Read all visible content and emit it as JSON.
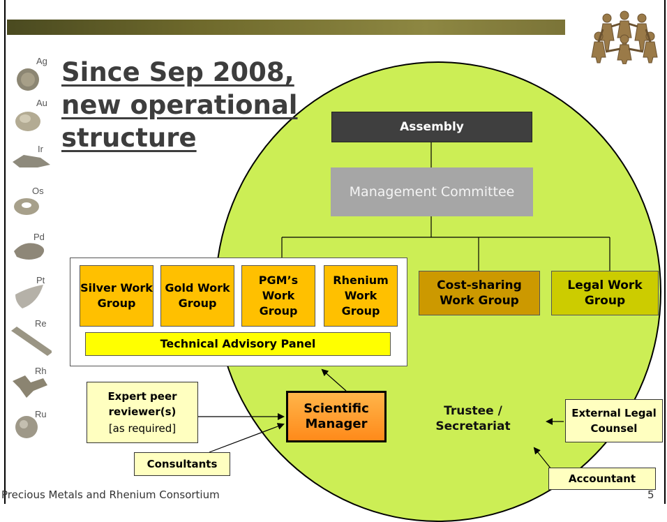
{
  "title": "Since Sep 2008, new operational structure",
  "title_lines": [
    "Since Sep 2008,",
    "new operational",
    "structure"
  ],
  "metals": [
    "Ag",
    "Au",
    "Ir",
    "Os",
    "Pd",
    "Pt",
    "Re",
    "Rh",
    "Ru"
  ],
  "org": {
    "assembly": "Assembly",
    "management_committee": "Management Committee",
    "work_groups": [
      {
        "label": "Silver Work Group"
      },
      {
        "label": "Gold Work Group"
      },
      {
        "label": "PGM’s Work Group"
      },
      {
        "label": "Rhenium Work Group"
      }
    ],
    "technical_advisory_panel": "Technical Advisory Panel",
    "cost_sharing": "Cost-sharing Work Group",
    "legal_work_group": "Legal Work Group",
    "scientific_manager": "Scientific Manager",
    "trustee": "Trustee / Secretariat",
    "expert_peer": "Expert peer reviewer(s)",
    "expert_note": "[as required]",
    "consultants": "Consultants",
    "external_legal": "External Legal Counsel",
    "accountant": "Accountant"
  },
  "footer": {
    "org_name": "Precious Metals and Rhenium Consortium",
    "page": "5"
  },
  "colors": {
    "circle": "#ccee55",
    "assembly": "#3f3f3f",
    "management": "#a6a6a6",
    "work_group": "#ffc000",
    "panel": "#ffff00",
    "cost_sharing": "#cc9900",
    "legal": "#cccc00",
    "scientific_manager": "#ff9a2a",
    "note": "#ffffc0"
  }
}
